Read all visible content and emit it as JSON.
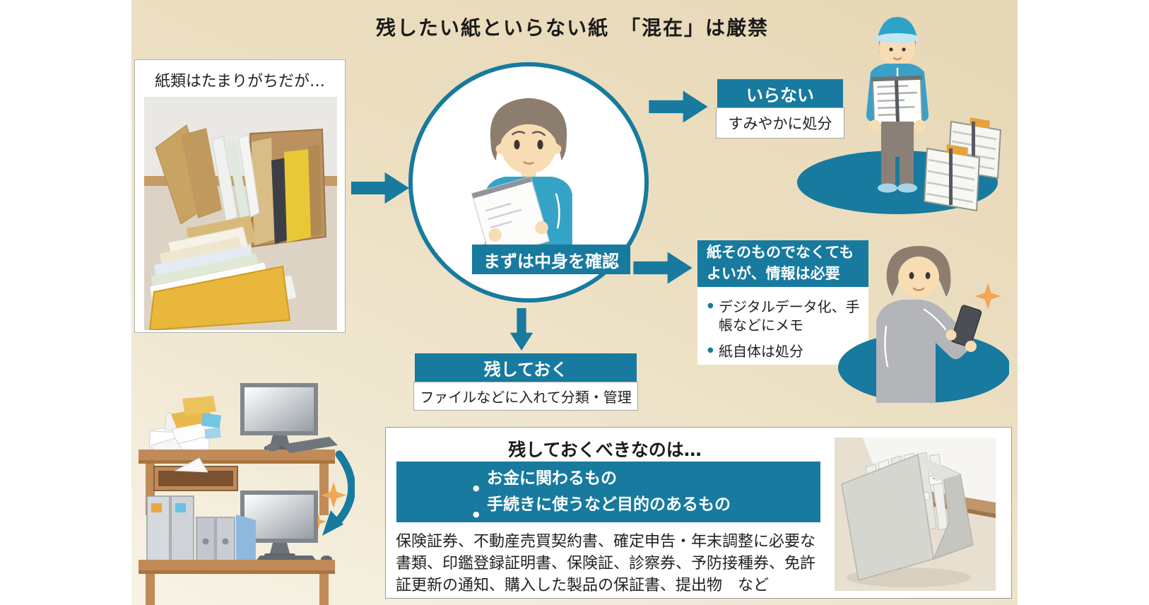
{
  "page": {
    "title": "残したい紙といらない紙　「混在」は厳禁"
  },
  "intro_photo": {
    "caption": "紙類はたまりがちだが…"
  },
  "check_step": {
    "label": "まずは中身を確認"
  },
  "branches": {
    "discard": {
      "header": "いらない",
      "note": "すみやかに処分"
    },
    "digitize": {
      "header_lines": [
        "紙そのものでなくても",
        "よいが、情報は必要"
      ],
      "bullets": [
        "デジタルデータ化、手帳などにメモ",
        "紙自体は処分"
      ]
    },
    "keep": {
      "header": "残しておく",
      "note": "ファイルなどに入れて分類・管理"
    }
  },
  "keep_details": {
    "title": "残しておくべきなのは…",
    "criteria": [
      "お金に関わるもの",
      "手続きに使うなど目的のあるもの"
    ],
    "examples": "保険証券、不動産売買契約書、確定申告・年末調整に必要な書類、印鑑登録証明書、保険証、診察券、予防接種券、免許証更新の通知、購入した製品の保証書、提出物　など"
  },
  "colors": {
    "accent_teal": "#177a9e",
    "illustration_blue": "#35a3c6",
    "sparkle_orange": "#f0a855",
    "background_beige": "#ecdfc2"
  }
}
